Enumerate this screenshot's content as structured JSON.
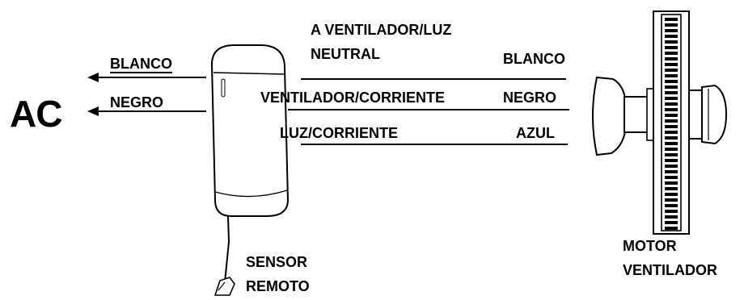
{
  "ac_label": "AC",
  "input_wires": {
    "white": "BLANCO",
    "black": "NEGRO"
  },
  "receiver": {
    "label_line1": "SENSOR",
    "label_line2": "REMOTO"
  },
  "output_wires": {
    "neutral_line1": "A VENTILADOR/LUZ",
    "neutral_line2": "NEUTRAL",
    "fan_power": "VENTILADOR/CORRIENTE",
    "light_power": "LUZ/CORRIENTE",
    "white": "BLANCO",
    "black": "NEGRO",
    "blue": "AZUL"
  },
  "motor": {
    "label_line1": "MOTOR",
    "label_line2": "VENTILADOR"
  }
}
